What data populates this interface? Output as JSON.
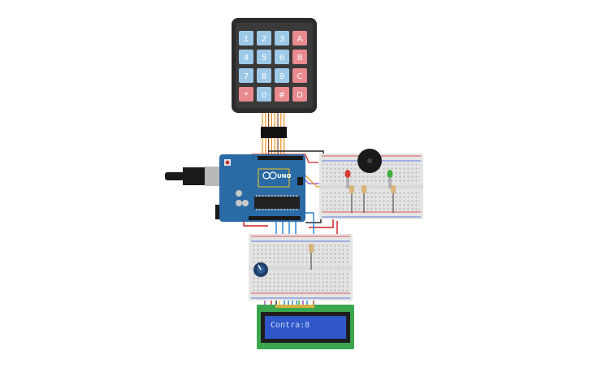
{
  "canvas": {
    "background": "#ffffff"
  },
  "keypad": {
    "keys": [
      [
        "1",
        "2",
        "3",
        "A"
      ],
      [
        "4",
        "5",
        "6",
        "B"
      ],
      [
        "7",
        "8",
        "9",
        "C"
      ],
      [
        "*",
        "0",
        "#",
        "D"
      ]
    ],
    "colors": {
      "body": "#2b2b2b",
      "face": "#3a3a3a",
      "digit_key": "#9dc9e8",
      "letter_key": "#e88a8f",
      "key_text": "#ffffff"
    }
  },
  "arduino": {
    "brand_text": "UNO",
    "colors": {
      "board": "#2a6aa5",
      "chip": "#222222",
      "usb": "#b9b9b9",
      "header": "#1a1a1a"
    }
  },
  "breadboard_top": {
    "leds": [
      {
        "color": "#d63b2d"
      },
      {
        "color": "#3cae3c"
      }
    ],
    "buzzer": {
      "color": "#1a1a1a"
    },
    "colors": {
      "body": "#e4e4e4",
      "rail_red": "#d92b2b",
      "rail_blue": "#2b5bd9"
    }
  },
  "breadboard_bottom": {
    "potentiometer": {
      "color": "#1f3f66"
    },
    "colors": {
      "body": "#e4e4e4",
      "rail_red": "#d92b2b",
      "rail_blue": "#2b5bd9"
    }
  },
  "lcd": {
    "display_text": "Contra:8",
    "colors": {
      "pcb": "#3ca64e",
      "bezel": "#1e1e1e",
      "screen": "#2f57c7",
      "text": "#c9d6ff"
    }
  },
  "wire_colors": {
    "orange": "#e8901c",
    "red": "#d02020",
    "blue": "#1f7fd6",
    "black": "#222222",
    "yellow": "#e6c91d",
    "green": "#2aa83a",
    "purple": "#8e3fbf",
    "brown": "#8b4a1d"
  }
}
